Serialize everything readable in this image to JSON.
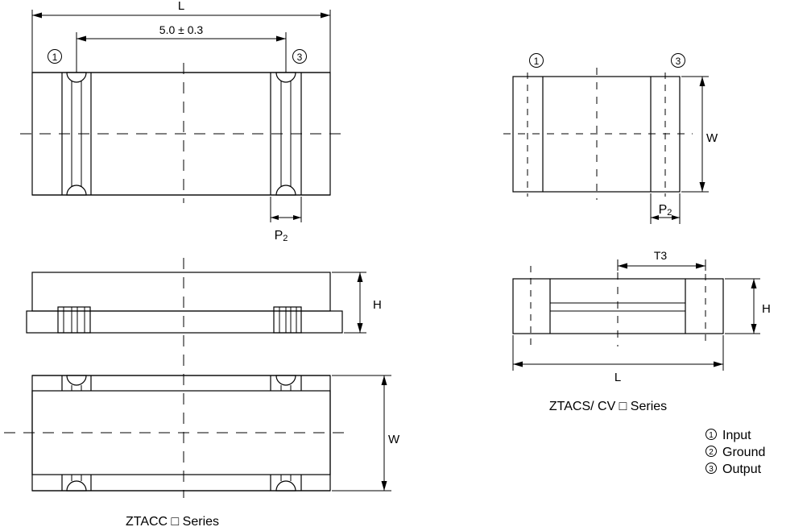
{
  "left_drawing": {
    "dim_length_label": "L",
    "dim_pitch_label": "5.0 ± 0.3",
    "pin_input_marker": "①",
    "pin_output_marker": "③",
    "dim_p2_main": "P",
    "dim_p2_sub": "2",
    "dim_height_label": "H",
    "dim_width_label": "W",
    "caption": "ZTACC □ Series"
  },
  "right_drawing": {
    "pin_input_marker": "①",
    "pin_output_marker": "③",
    "dim_width_label": "W",
    "dim_p2_main": "P",
    "dim_p2_sub": "2",
    "dim_t3_label": "T3",
    "dim_height_label": "H",
    "dim_length_label": "L",
    "caption": "ZTACS/ CV □ Series"
  },
  "legend": {
    "items": [
      {
        "marker": "①",
        "label": "Input"
      },
      {
        "marker": "②",
        "label": "Ground"
      },
      {
        "marker": "③",
        "label": "Output"
      }
    ]
  }
}
